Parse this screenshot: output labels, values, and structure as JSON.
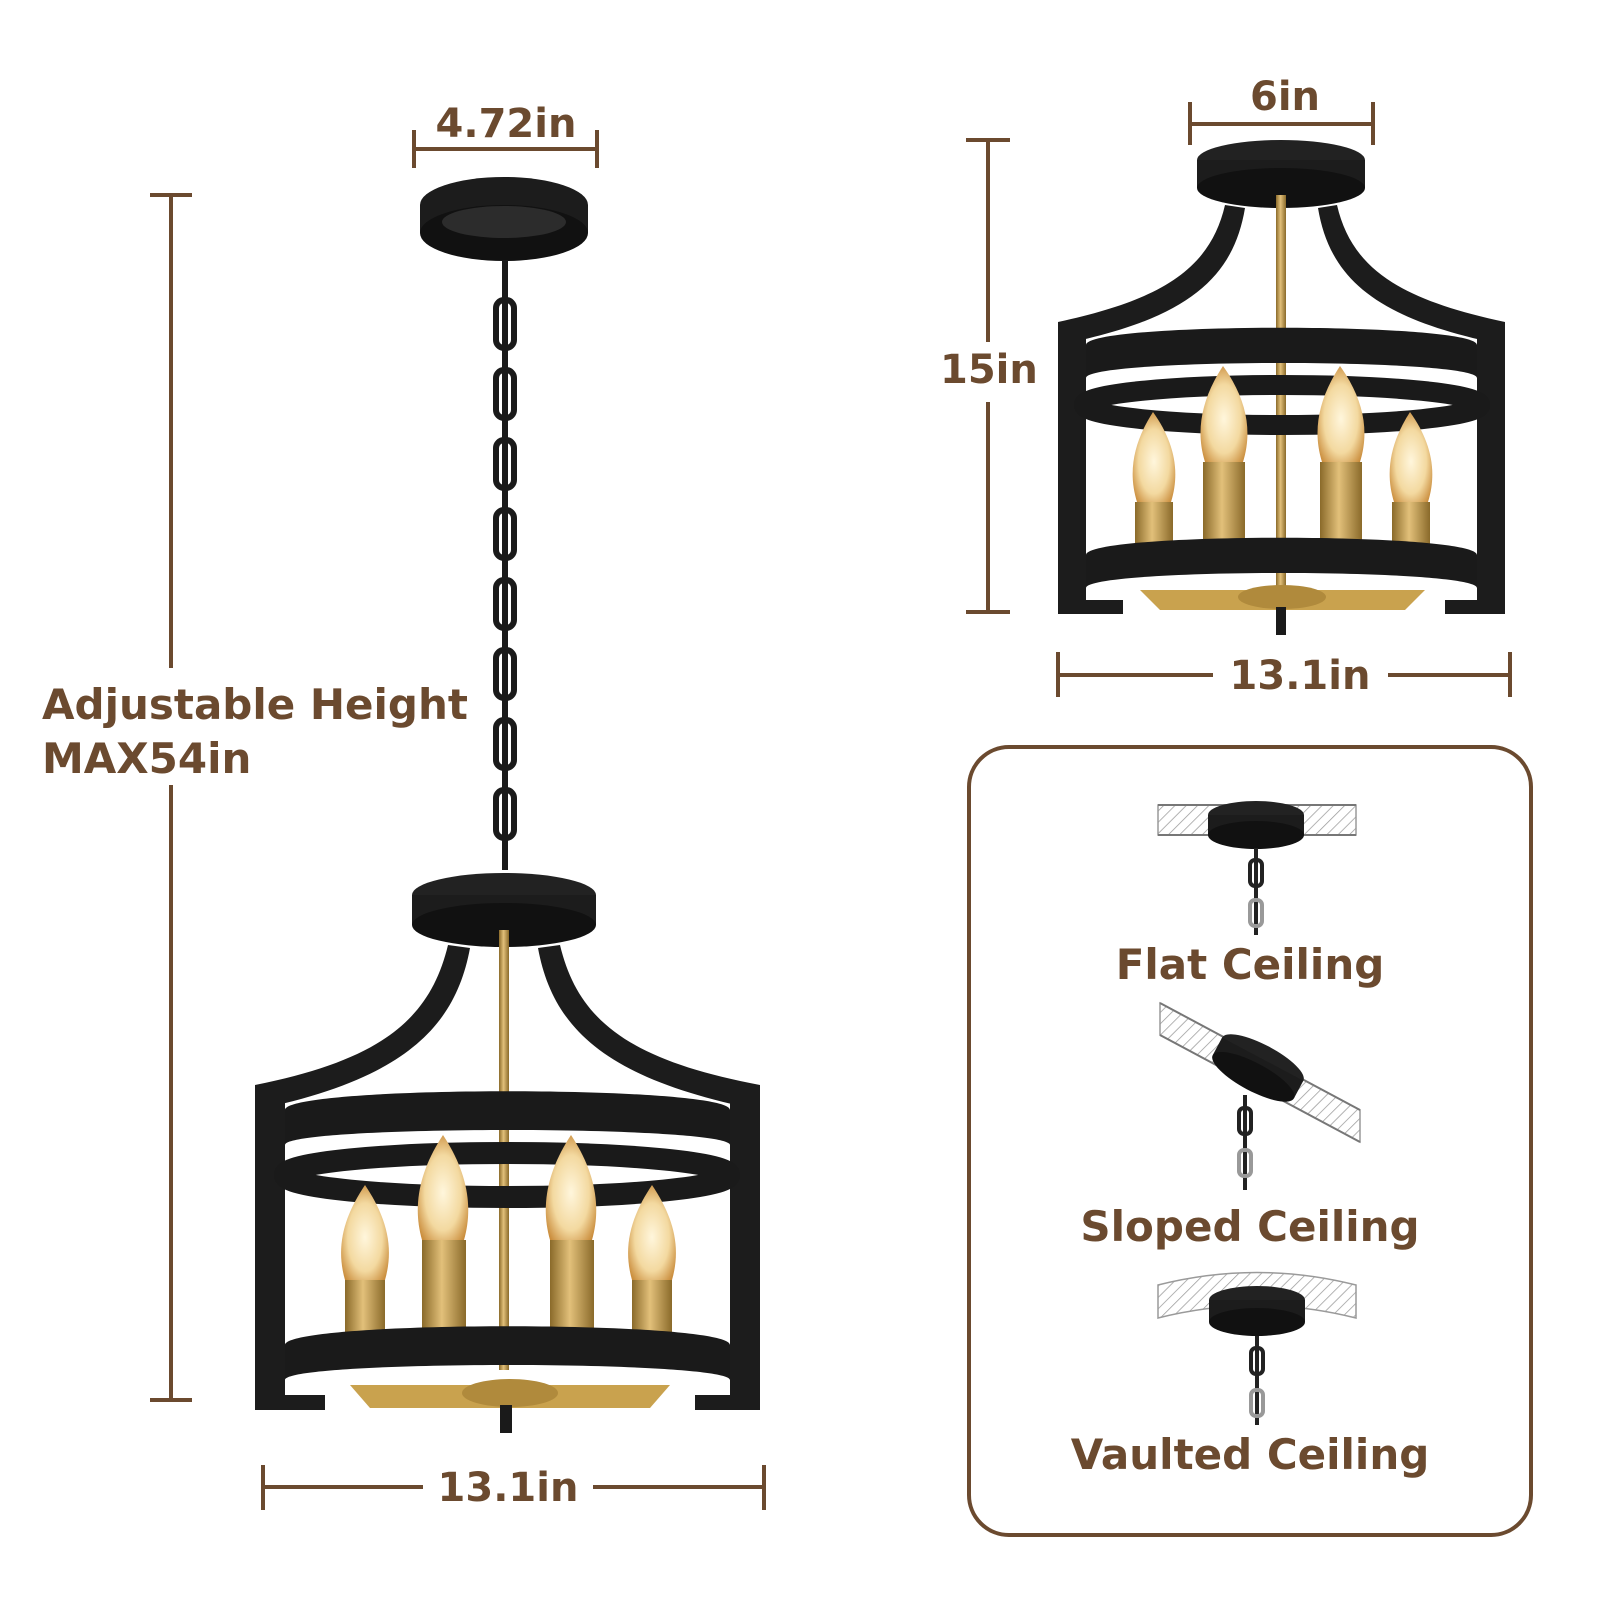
{
  "dimensions": {
    "pendant_canopy_width": "4.72in",
    "adjustable_height_line1": "Adjustable Height",
    "adjustable_height_line2": "MAX54in",
    "pendant_width": "13.1in",
    "flush_canopy_width": "6in",
    "flush_height": "15in",
    "flush_width": "13.1in"
  },
  "ceiling_types": [
    {
      "label": "Flat Ceiling"
    },
    {
      "label": "Sloped Ceiling"
    },
    {
      "label": "Vaulted Ceiling"
    }
  ],
  "colors": {
    "label_brown": "#6b4a2f",
    "frame_black": "#1c1c1c",
    "brass": "#c9a24e",
    "bulb_glow": "#f3d9a0"
  }
}
